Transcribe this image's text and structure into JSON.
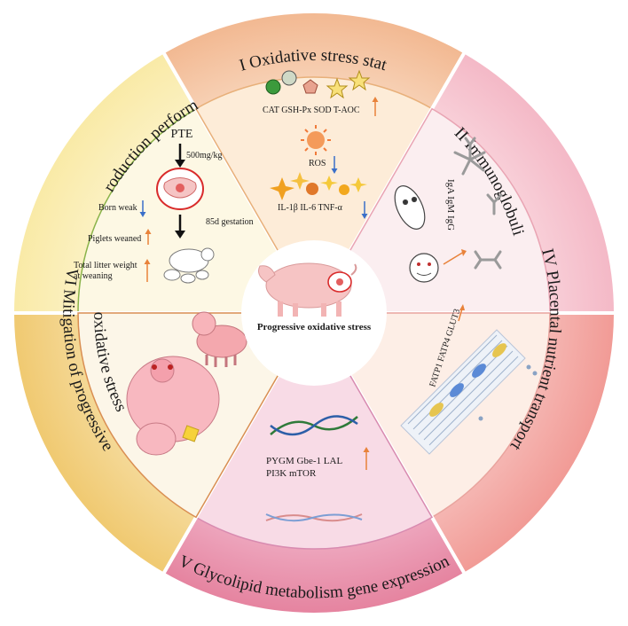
{
  "center": {
    "label": "Progressive oxidative stress"
  },
  "sections": {
    "s1": {
      "title": "I Reproduction performance"
    },
    "s2": {
      "title": "II Oxidative stress state"
    },
    "s3": {
      "title": "III Immunoglobulin"
    },
    "s4": {
      "title": "IV Placental nutrient transport"
    },
    "s5": {
      "title": "V Glycolipid metabolism gene expression"
    },
    "s6": {
      "title_line1": "VI Mitigation of progressive",
      "title_line2": "oxidative stress"
    }
  },
  "repro": {
    "pte": "PTE",
    "dose": "500mg/kg",
    "gestation": "85d gestation",
    "born_weak": "Born weak",
    "piglets_weaned": "Piglets weaned",
    "litter_line1": "Total litter weight",
    "litter_line2": "at weaning"
  },
  "oxidative": {
    "antioxidants": "CAT GSH-Px SOD T-AOC",
    "ros": "ROS",
    "cytokines": "IL-1β IL-6 TNF-α"
  },
  "immuno": {
    "igs": "IgA IgM IgG"
  },
  "placental": {
    "transporters": "FATP1 FATP4 GLUT3"
  },
  "glyco": {
    "genes_line1": "PYGM Gbe-1 LAL",
    "genes_line2": "PI3K  mTOR"
  },
  "colors": {
    "up_arrow": "#e8823a",
    "down_arrow": "#3a6fc9",
    "s1_outer": "#fbf0c0",
    "s2_outer": "#f5c8a6",
    "s3_outer": "#f6c5cf",
    "s4_outer": "#f4aaa6",
    "s5_outer": "#e994b6",
    "s6_outer": "#f3d58e"
  }
}
